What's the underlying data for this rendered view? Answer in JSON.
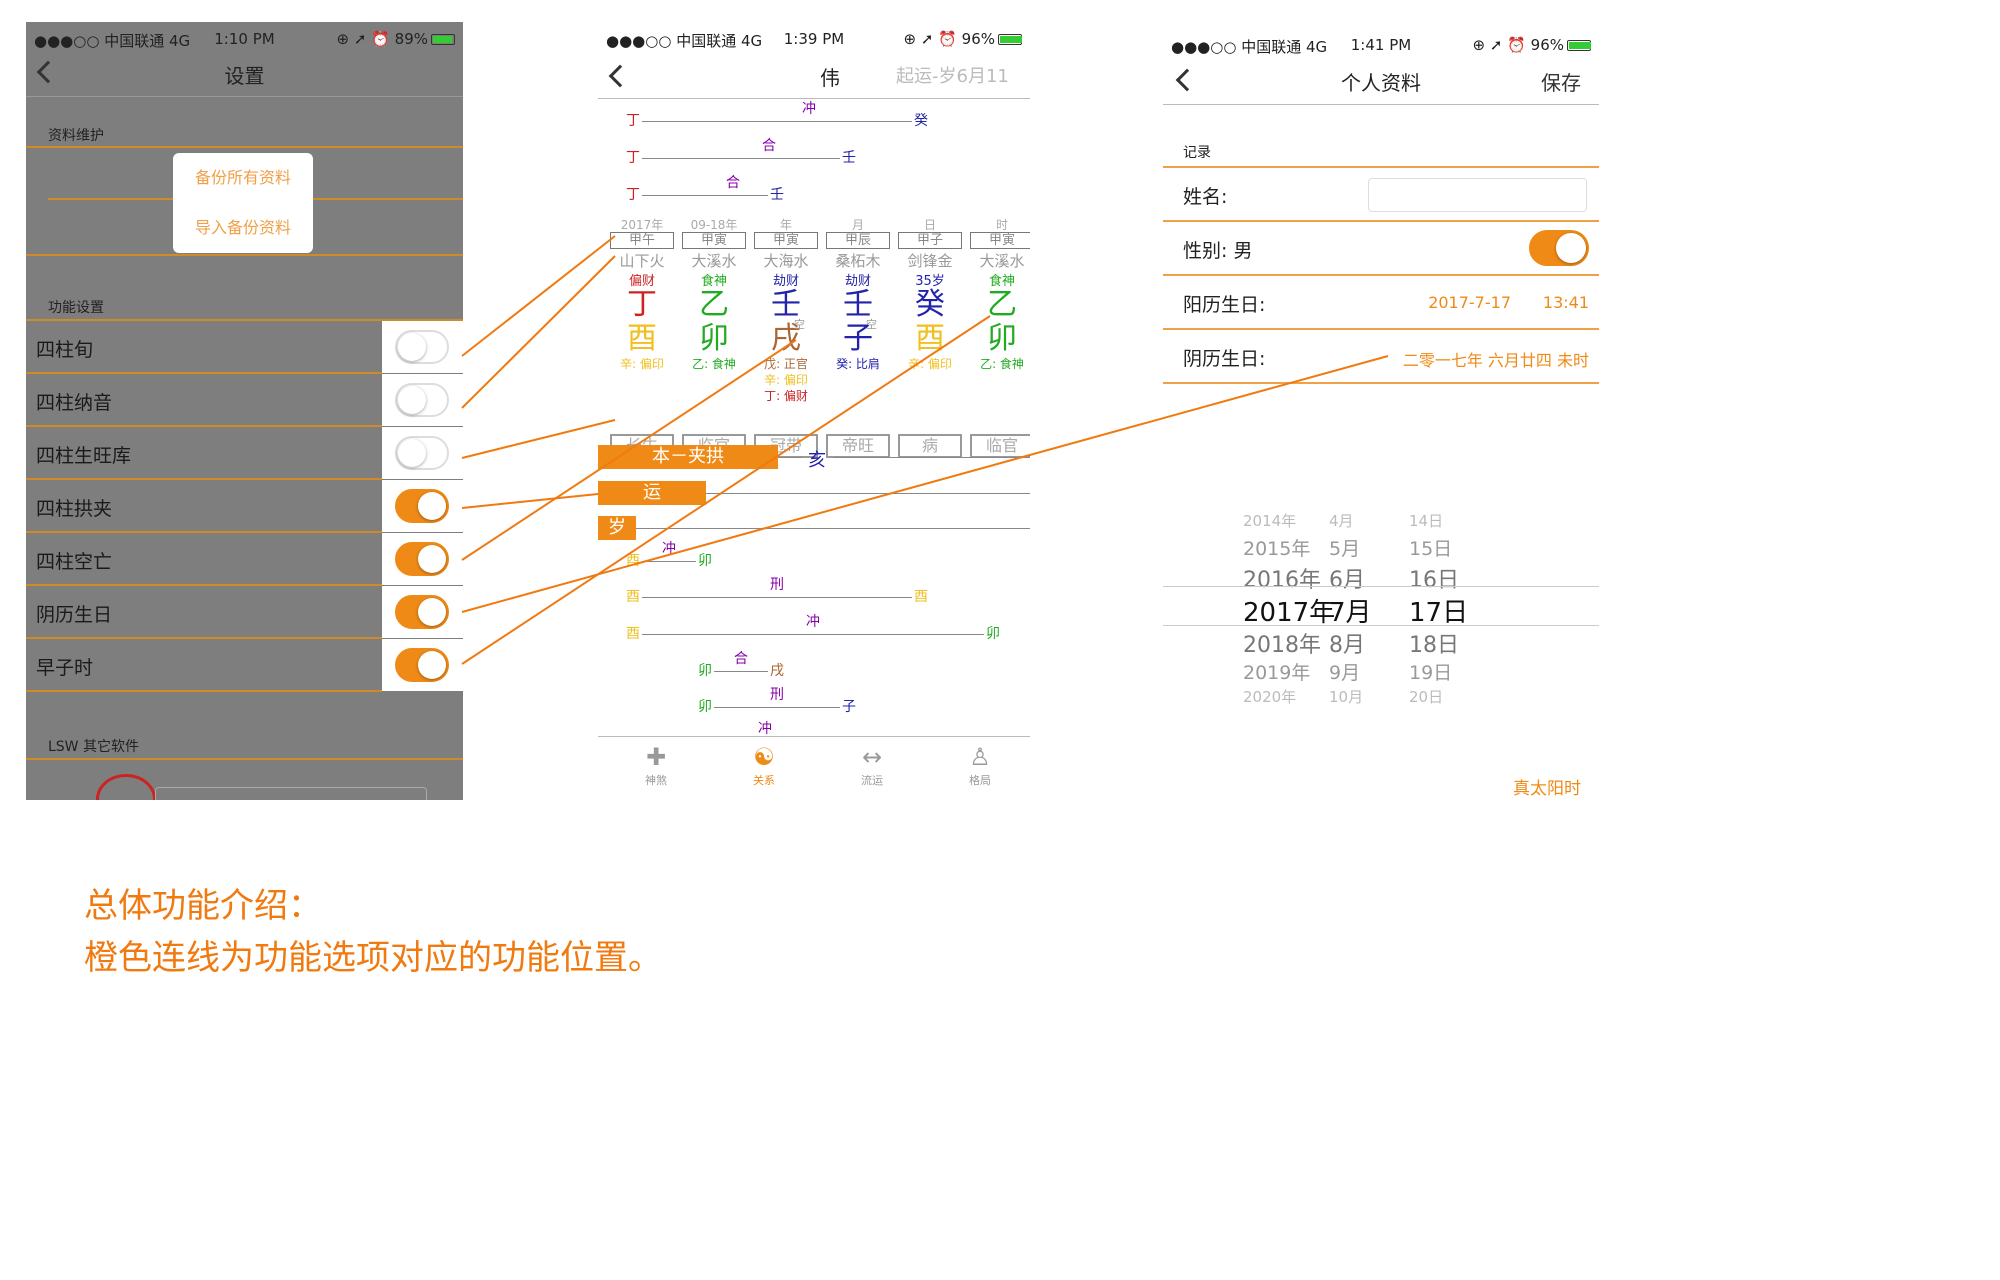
{
  "phone1": {
    "status": {
      "left": "●●●○○ 中国联通  4G",
      "time": "1:10 PM",
      "right": "⊕ ➚ ⏰ 89%"
    },
    "title": "设置",
    "section_data": "资料维护",
    "backup_all": "备份所有资料",
    "import_backup": "导入备份资料",
    "section_func": "功能设置",
    "rows": [
      {
        "label": "四柱旬",
        "on": false
      },
      {
        "label": "四柱纳音",
        "on": false
      },
      {
        "label": "四柱生旺库",
        "on": false
      },
      {
        "label": "四柱拱夹",
        "on": true
      },
      {
        "label": "四柱空亡",
        "on": true
      },
      {
        "label": "阴历生日",
        "on": true
      },
      {
        "label": "早子时",
        "on": true
      }
    ],
    "section_other": "LSW 其它软件"
  },
  "phone2": {
    "status": {
      "left": "●●●○○ 中国联通  4G",
      "time": "1:39 PM",
      "right": "⊕ ➚ ⏰ 96%"
    },
    "title": "伟",
    "subtitle": "起运-岁6月11",
    "relations_top": [
      {
        "a": "丁",
        "rel": "冲",
        "b": "癸"
      },
      {
        "a": "丁",
        "rel": "合",
        "b": "壬"
      },
      {
        "a": "丁",
        "rel": "合",
        "b": "壬"
      }
    ],
    "columns": [
      {
        "top": "2017年",
        "gz": "甲午",
        "nayin": "山下火",
        "ss": "偏财",
        "gan": "丁",
        "zhi": "酉",
        "hidden": [
          "辛: 偏印"
        ],
        "cs": "长生"
      },
      {
        "top": "09-18年",
        "gz": "甲寅",
        "nayin": "大溪水",
        "ss": "食神",
        "gan": "乙",
        "zhi": "卯",
        "hidden": [
          "乙: 食神"
        ],
        "cs": "临官"
      },
      {
        "top": "年",
        "gz": "甲寅",
        "nayin": "大海水",
        "ss": "劫财",
        "gan": "壬",
        "zhi": "戌",
        "hidden": [
          "戊: 正官",
          "辛: 偏印",
          "丁: 偏财"
        ],
        "cs": "冠带"
      },
      {
        "top": "月",
        "gz": "甲辰",
        "nayin": "桑柘木",
        "ss": "劫财",
        "gan": "壬",
        "zhi": "子",
        "hidden": [
          "癸: 比肩"
        ],
        "cs": "帝旺"
      },
      {
        "top": "日",
        "gz": "甲子",
        "nayin": "剑锋金",
        "ss": "35岁",
        "gan": "癸",
        "zhi": "酉",
        "hidden": [
          "辛: 偏印"
        ],
        "cs": "病"
      },
      {
        "top": "时",
        "gz": "甲寅",
        "nayin": "大溪水",
        "ss": "食神",
        "gan": "乙",
        "zhi": "卯",
        "hidden": [
          "乙: 食神"
        ],
        "cs": "临官"
      }
    ],
    "kong": "空",
    "bar_ben": "本－夹拱",
    "bar_ben_tail": "亥",
    "bar_yun": "运",
    "bar_sui": "岁",
    "relations_bottom": [
      {
        "a": "酉",
        "rel": "冲",
        "b": "卯"
      },
      {
        "a": "酉",
        "rel": "刑",
        "b": "酉"
      },
      {
        "a": "酉",
        "rel": "冲",
        "b": "卯"
      },
      {
        "a": "卯",
        "rel": "合",
        "b": "戌"
      },
      {
        "a": "卯",
        "rel": "刑",
        "b": "子"
      },
      {
        "a": "",
        "rel": "冲",
        "b": ""
      }
    ],
    "tabs": [
      {
        "icon": "✚",
        "label": "神煞"
      },
      {
        "icon": "☯",
        "label": "关系"
      },
      {
        "icon": "↔",
        "label": "流运"
      },
      {
        "icon": "♙",
        "label": "格局"
      }
    ]
  },
  "phone3": {
    "status": {
      "left": "●●●○○ 中国联通  4G",
      "time": "1:41 PM",
      "right": "⊕ ➚ ⏰ 96%"
    },
    "title": "个人资料",
    "save": "保存",
    "section": "记录",
    "name_label": "姓名:",
    "gender_label": "性别: 男",
    "solar_label": "阳历生日:",
    "solar_date": "2017-7-17",
    "solar_time": "13:41",
    "lunar_label": "阴历生日:",
    "lunar_value": "二零一七年 六月廿四 未时",
    "picker": [
      [
        "2014年",
        "4月",
        "14日"
      ],
      [
        "2015年",
        "5月",
        "15日"
      ],
      [
        "2016年",
        "6月",
        "16日"
      ],
      [
        "2017年",
        "7月",
        "17日"
      ],
      [
        "2018年",
        "8月",
        "18日"
      ],
      [
        "2019年",
        "9月",
        "19日"
      ],
      [
        "2020年",
        "10月",
        "20日"
      ]
    ],
    "true_solar": "真太阳时"
  },
  "note": {
    "line1": "总体功能介绍：",
    "line2": "橙色连线为功能选项对应的功能位置。"
  },
  "colors": {
    "accent": "#f08a16",
    "gray_overlay": "#7e7e7e",
    "line": "#d18a2a"
  }
}
